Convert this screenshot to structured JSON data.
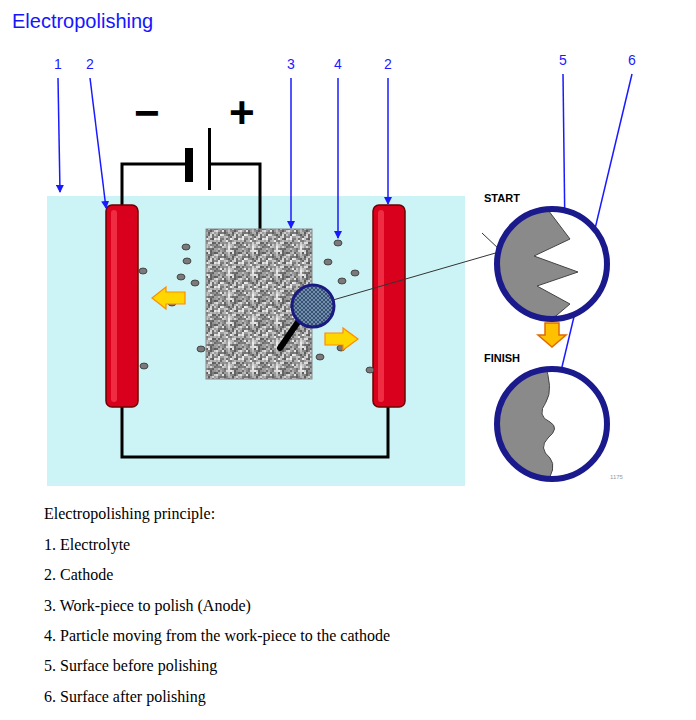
{
  "diagram": {
    "title": "Electropolishing",
    "nodes": [
      {
        "text": [
          "START"
        ]
      },
      {
        "text": [
          "FINISH"
        ]
      }
    ],
    "edges": [
      {
        "from": 0,
        "to": 1,
        "arrow": "to"
      }
    ],
    "labels": [
      "1",
      "2",
      "3",
      "4",
      "2",
      "5",
      "6",
      "−",
      "+",
      "1175",
      "Electropolishing principle:",
      "1. Electrolyte",
      "2. Cathode",
      "3. Work-piece to polish (Anode)",
      "4. Particle moving from the work-piece to the cathode",
      "5. Surface before polishing",
      "6. Surface after polishing"
    ]
  }
}
